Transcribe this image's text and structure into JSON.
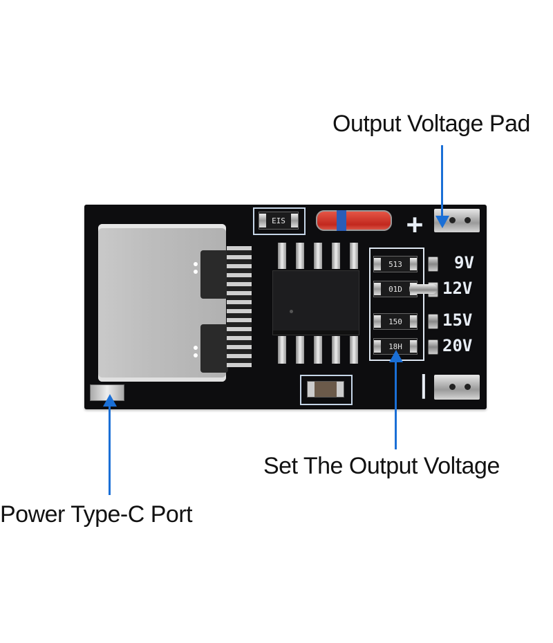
{
  "labels": {
    "output_voltage_pad": "Output Voltage Pad",
    "set_output_voltage": "Set The Output Voltage",
    "power_type_c_port": "Power Type-C Port"
  },
  "board": {
    "silkscreen": {
      "plus_sign": "+",
      "minus_sign": "|",
      "voltage_options": [
        "9V",
        "12V",
        "15V",
        "20V"
      ]
    },
    "resistor_codes": [
      "513",
      "01D",
      "150",
      "18H"
    ],
    "top_resistor_code": "EIS",
    "selected_voltage": "12V"
  },
  "colors": {
    "arrow": "#1a6fd6",
    "board": "#0d0d0f",
    "silkscreen": "#e8eef6"
  }
}
